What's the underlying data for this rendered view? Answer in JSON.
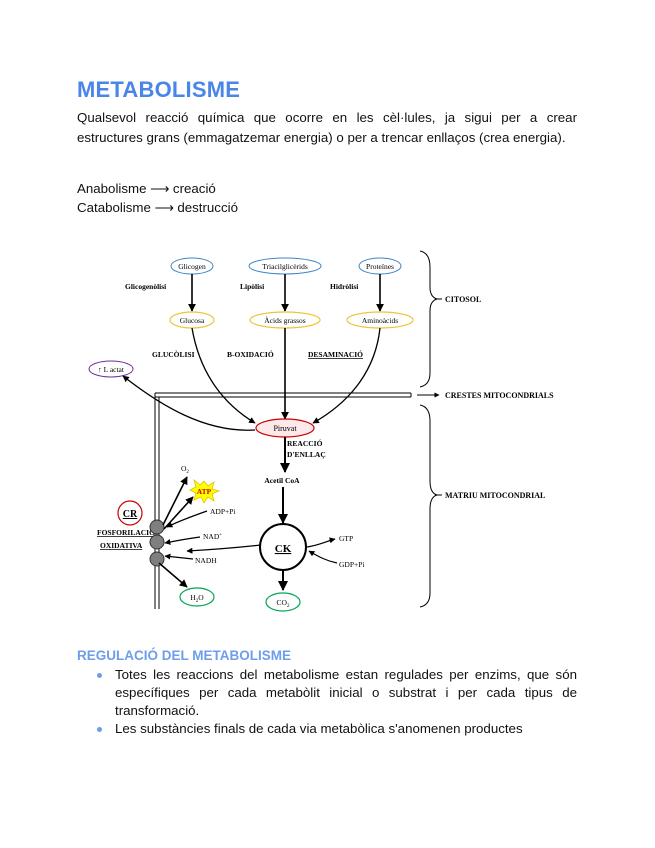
{
  "title": "METABOLISME",
  "intro": "Qualsevol reacció química que ocorre en les cèl·lules, ja sigui per a crear estructures grans (emmagatzemar energia) o per a trencar enllaços (crea energia).",
  "lines": [
    "Anabolisme ⟶ creació",
    "Catabolisme ⟶ destrucció"
  ],
  "diagram": {
    "sources": [
      "Glicogen",
      "Triacilglicèrids",
      "Proteïnes"
    ],
    "processes1": [
      "Glicogenòlisi",
      "Lipòlisi",
      "Hidròlisi"
    ],
    "intermediates": [
      "Glucosa",
      "Àcids grassos",
      "Aminoàcids"
    ],
    "processes2": [
      "GLUCÒLISI",
      "B-OXIDACIÓ",
      "DESAMINACIÓ"
    ],
    "lactat": "L actat",
    "piruvat": "Piruvat",
    "reaccio_enllac": [
      "REACCIÓ",
      "D'ENLLAÇ"
    ],
    "acetil": "Acetil CoA",
    "ck": "CK",
    "gtp": "GTP",
    "gdp": "GDP+Pi",
    "co2": "CO",
    "co2_sub": "2",
    "cr": "CR",
    "fosforilacio": [
      "FOSFORILACIÓ",
      "OXIDATIVA"
    ],
    "o2": "O",
    "o2_sub": "2",
    "atp": "ATP",
    "adp": "ADP+Pi",
    "nad": "NAD",
    "nad_sup": "+",
    "nadh": "NADH",
    "h2o": "H",
    "h2o_sub": "2",
    "h2o_end": "O",
    "labels": [
      "CITOSOL",
      "CRESTES MITOCONDRIALS",
      "MATRIU MITOCONDRIAL"
    ]
  },
  "section2": {
    "title": "REGULACIÓ DEL METABOLISME",
    "bullets": [
      "Totes les reaccions del metabolisme estan regulades per enzims, que són específiques per cada metabòlit inicial o substrat i per cada tipus de transformació.",
      "Les substàncies finals de cada via metabòlica s'anomenen productes"
    ]
  },
  "colors": {
    "title": "#4a86e8",
    "heading": "#6d9eeb",
    "blue_oval": "#3d85c6",
    "yellow_oval": "#f1c232",
    "red_oval": "#cc0000",
    "purple_oval": "#7030a0",
    "green_oval": "#00a651"
  }
}
